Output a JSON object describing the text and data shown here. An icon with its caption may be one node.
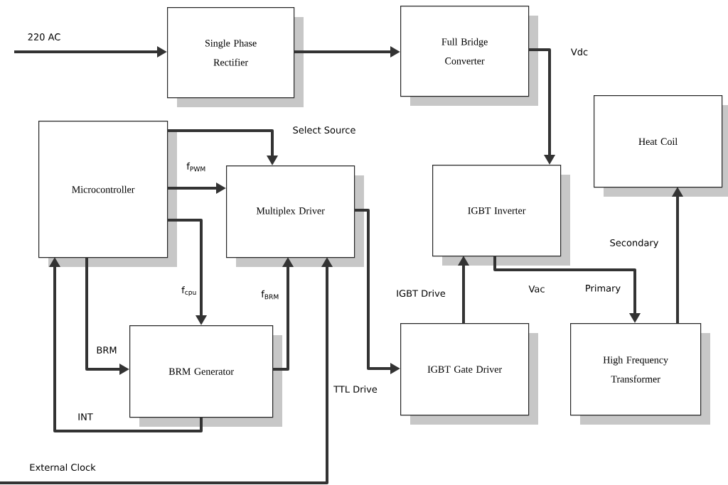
{
  "diagram": {
    "nodes": [
      {
        "text": [
          "Single Phase Rectifier"
        ]
      },
      {
        "text": [
          "Full Bridge Converter"
        ]
      },
      {
        "text": [
          "Microcontroller"
        ]
      },
      {
        "text": [
          "Multiplex Driver"
        ]
      },
      {
        "text": [
          "IGBT Inverter"
        ]
      },
      {
        "text": [
          "Heat Coil"
        ]
      },
      {
        "text": [
          "BRM Generator"
        ]
      },
      {
        "text": [
          "IGBT Gate Driver"
        ]
      },
      {
        "text": [
          "High Frequency Transformer"
        ]
      }
    ],
    "edges": [
      {
        "from": null,
        "to": 0,
        "arrow": "to",
        "label": "220 AC"
      },
      {
        "from": 0,
        "to": 1,
        "arrow": "to"
      },
      {
        "from": 1,
        "to": 4,
        "arrow": "to",
        "label": "Vdc"
      },
      {
        "from": 2,
        "to": 3,
        "arrow": "to",
        "label": "Select Source"
      },
      {
        "from": 2,
        "to": 3,
        "arrow": "to",
        "label": "f$_{PWM}$"
      },
      {
        "from": 2,
        "to": 6,
        "arrow": "to",
        "label": "f$_{cpu}$"
      },
      {
        "from": 2,
        "to": 6,
        "arrow": "to",
        "label": "BRM"
      },
      {
        "from": 6,
        "to": 2,
        "arrow": "to",
        "label": "INT"
      },
      {
        "from": 6,
        "to": 3,
        "arrow": "to",
        "label": "f$_{BRM}$"
      },
      {
        "from": null,
        "to": 3,
        "arrow": "to",
        "label": "External Clock"
      },
      {
        "from": 3,
        "to": 7,
        "arrow": "to",
        "label": "TTL Drive"
      },
      {
        "from": 7,
        "to": 4,
        "arrow": "to",
        "label": "IGBT Drive"
      },
      {
        "from": 4,
        "to": 8,
        "arrow": "to",
        "label": "Vac"
      },
      {
        "from": 8,
        "to": 5,
        "arrow": "to",
        "label": "Secondary"
      }
    ],
    "labels": [
      "Primary"
    ]
  }
}
